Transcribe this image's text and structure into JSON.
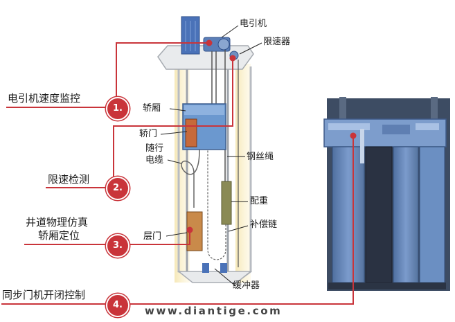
{
  "colors": {
    "callout_red": "#c9343a",
    "shaft_glow": "#f5e6b0",
    "cabin_blue": "#5b8ec7",
    "door_blue": "#6b8fc2",
    "counterweight": "#8a8a55"
  },
  "callouts": [
    {
      "number": "1.",
      "label": "电引机速度监控"
    },
    {
      "number": "2.",
      "label": "限速检测"
    },
    {
      "number": "3.",
      "label_line1": "井道物理仿真",
      "label_line2": "轿厢定位"
    },
    {
      "number": "4.",
      "label": "同步门机开闭控制"
    }
  ],
  "components": {
    "traction_machine": "电引机",
    "speed_governor": "限速器",
    "car": "轿厢",
    "car_door": "轿门",
    "traveling_cable_line1": "随行",
    "traveling_cable_line2": "电缆",
    "steel_rope": "钢丝绳",
    "counterweight": "配重",
    "compensation_chain": "补偿链",
    "landing_door": "层门",
    "buffer": "缓冲器"
  },
  "watermark": "www.diantige.com"
}
